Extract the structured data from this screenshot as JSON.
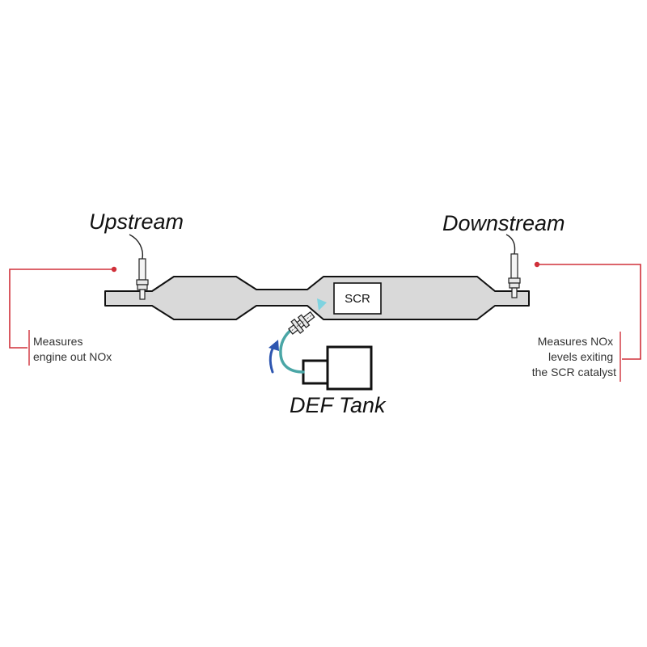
{
  "labels": {
    "upstream": "Upstream",
    "downstream": "Downstream",
    "def_tank": "DEF Tank",
    "scr": "SCR"
  },
  "notes": {
    "upstream": [
      "Measures",
      "engine out NOx"
    ],
    "downstream": [
      "Measures NOx",
      "levels exiting",
      "the SCR catalyst"
    ]
  },
  "colors": {
    "pipe_fill": "#d9d9d9",
    "outline": "#111111",
    "callout": "#d0303a",
    "hose": "#4aa6a6",
    "flow_arrow": "#2e56b0",
    "spray": "#7fd3e0"
  }
}
